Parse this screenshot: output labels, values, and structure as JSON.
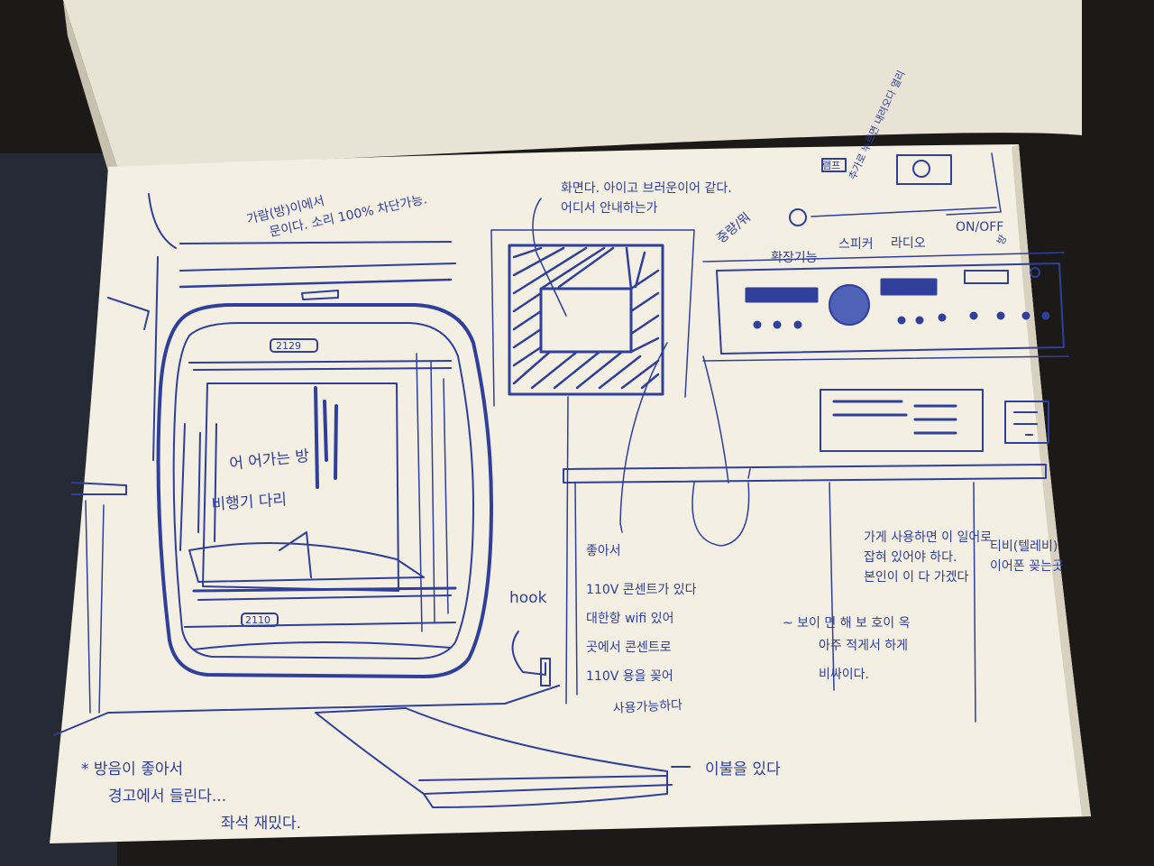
{
  "colors": {
    "ink": "#2f3f9a",
    "paper": "#f4efe3",
    "paper_shadow": "#d9d1bf",
    "background": "#1c1a18"
  },
  "notes": {
    "top_left_1": "가람(방)이에서",
    "top_left_2": "문이다. 소리 100% 차단가능.",
    "top_center_1": "화면다. 아이고 브러운이어 같다.",
    "top_center_2": "어디서 안내하는가",
    "phone_label": "중량/뭐",
    "panel_title_1": "확장기능",
    "panel_title_2": "스피커",
    "panel_title_3": "라디오",
    "onoff": "ON/OFF",
    "top_right_vertical": "추가로 누르면 내려오다 열리",
    "light_label": "램프",
    "room_label": "방",
    "frame_top": "2129",
    "frame_bottom": "2110",
    "window_text_1": "어 어가는 방",
    "window_text_2": "비행기 다리",
    "hook": "hook",
    "center_text_1": "좋아서",
    "center_text_2": "110V 콘센트가 있다",
    "center_text_3": "대한항 wifi 있어",
    "center_text_4": "곳에서 콘센트로",
    "center_text_5": "110V 용을 꽂어",
    "center_text_6": "사용가능하다",
    "right_text_1": "가게 사용하면 이 일어로",
    "right_text_2": "잡혀 있어야 하다.",
    "right_text_3": "본인이 이 다 가겠다",
    "right_text_4": "~ 보이 면 해 보 호이 옥",
    "right_text_5": "아주 적게서 하게",
    "right_text_6": "비싸이다.",
    "far_right_1": "티비(텔레비)",
    "far_right_2": "이어폰 꽂는곳",
    "bottom_right": "이불을 있다",
    "bottom_left_1": "* 방음이 좋아서",
    "bottom_left_2": "경고에서 들린다...",
    "bottom_left_3": "좌석 재밌다."
  }
}
